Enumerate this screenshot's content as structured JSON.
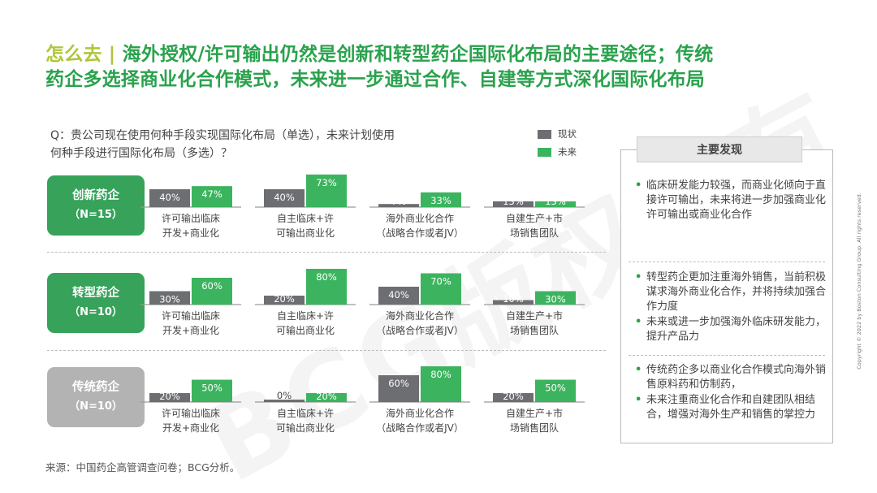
{
  "title": {
    "prefix": "怎么去 |",
    "line1_rest": "海外授权/许可输出仍然是创新和转型药企国际化布局的主要途径；传统",
    "line2": "药企多选择商业化合作模式，未来进一步通过合作、自建等方式深化国际化布局"
  },
  "question": {
    "line1": "Q：贵公司现在使用何种手段实现国际化布局（单选），未来计划使用",
    "line2": "何种手段进行国际化布局（多选）？"
  },
  "legend": {
    "current": "现状",
    "future": "未来"
  },
  "colors": {
    "current": "#6d6e71",
    "future": "#3cb45f",
    "group1": "#36a25a",
    "group2": "#36a25a",
    "group3": "#b3b3b3",
    "title": "#2aa24d",
    "title_prefix": "#b0c53b"
  },
  "groups": [
    {
      "name": "创新药企",
      "n": "（N=15）"
    },
    {
      "name": "转型药企",
      "n": "（N=10）"
    },
    {
      "name": "传统药企",
      "n": "（N=10）"
    }
  ],
  "categories": [
    {
      "line1": "许可输出临床",
      "line2": "开发+商业化"
    },
    {
      "line1": "自主临床+许",
      "line2": "可输出商业化"
    },
    {
      "line1": "海外商业化合作",
      "line2": "（战略合作或者JV）"
    },
    {
      "line1": "自建生产+市",
      "line2": "场销售团队"
    }
  ],
  "chart_data": {
    "type": "bar",
    "categories": [
      "许可输出临床开发+商业化",
      "自主临床+许可输出商业化",
      "海外商业化合作（战略合作或者JV）",
      "自建生产+市场销售团队"
    ],
    "value_unit": "%",
    "panels": [
      {
        "group": "创新药企",
        "series": [
          {
            "name": "现状",
            "values": [
              40,
              40,
              7,
              13
            ]
          },
          {
            "name": "未来",
            "values": [
              47,
              73,
              33,
              13
            ]
          }
        ]
      },
      {
        "group": "转型药企",
        "series": [
          {
            "name": "现状",
            "values": [
              30,
              20,
              40,
              10
            ]
          },
          {
            "name": "未来",
            "values": [
              60,
              80,
              70,
              30
            ]
          }
        ]
      },
      {
        "group": "传统药企",
        "series": [
          {
            "name": "现状",
            "values": [
              20,
              0,
              60,
              20
            ]
          },
          {
            "name": "未来",
            "values": [
              50,
              20,
              80,
              50
            ]
          }
        ]
      }
    ]
  },
  "findings": {
    "header": "主要发现",
    "blocks": [
      [
        "临床研发能力较强，而商业化倾向于直接许可输出，未来将进一步加强商业化许可输出或商业化合作"
      ],
      [
        "转型药企更加注重海外销售，当前积极谋求海外商业化合作，并将持续加强合作力度",
        "未来或进一步加强海外临床研发能力，提升产品力"
      ],
      [
        "传统药企多以商业化合作模式向海外销售原料药和仿制药，",
        "未来注重商业化合作和自建团队相结合，增强对海外生产和销售的掌控力"
      ]
    ]
  },
  "source": "来源：中国药企高管调查问卷；BCG分析。",
  "copyright": "Copyright © 2022 by Boston Consulting Group. All rights reserved.",
  "watermark": "BCG版权所有"
}
